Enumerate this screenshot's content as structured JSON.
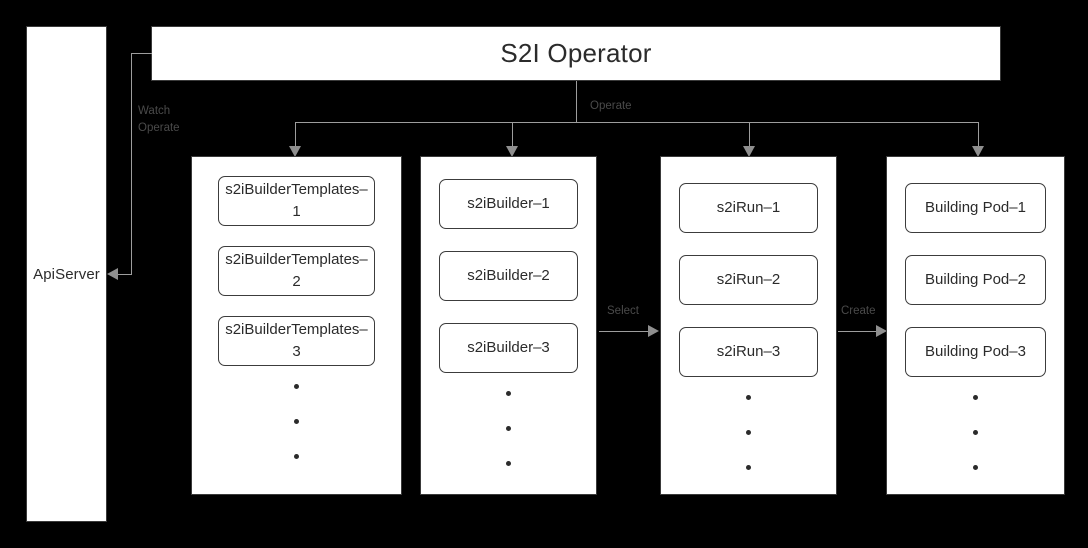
{
  "diagram": {
    "background_color": "#000000",
    "box_fill": "#ffffff",
    "box_border_color": "#3a3a3a",
    "connector_color": "#9d9d9d",
    "label_color": "#4a4a4a",
    "text_color": "#2b2b2b"
  },
  "apiserver": {
    "label": "ApiServer"
  },
  "header": {
    "title": "S2I Operator"
  },
  "edge_labels": {
    "watch": "Watch",
    "operate_left": "Operate",
    "operate_top": "Operate",
    "select": "Select",
    "create": "Create"
  },
  "columns": [
    {
      "name": "s2ibuildertemplates",
      "cards": [
        "s2iBuilderTemplates–1",
        "s2iBuilderTemplates–2",
        "s2iBuilderTemplates–3"
      ],
      "ellipsis_dots": 3
    },
    {
      "name": "s2ibuilder",
      "cards": [
        "s2iBuilder–1",
        "s2iBuilder–2",
        "s2iBuilder–3"
      ],
      "ellipsis_dots": 3
    },
    {
      "name": "s2irun",
      "cards": [
        "s2iRun–1",
        "s2iRun–2",
        "s2iRun–3"
      ],
      "ellipsis_dots": 3
    },
    {
      "name": "building-pod",
      "cards": [
        "Building Pod–1",
        "Building Pod–2",
        "Building Pod–3"
      ],
      "ellipsis_dots": 3
    }
  ]
}
